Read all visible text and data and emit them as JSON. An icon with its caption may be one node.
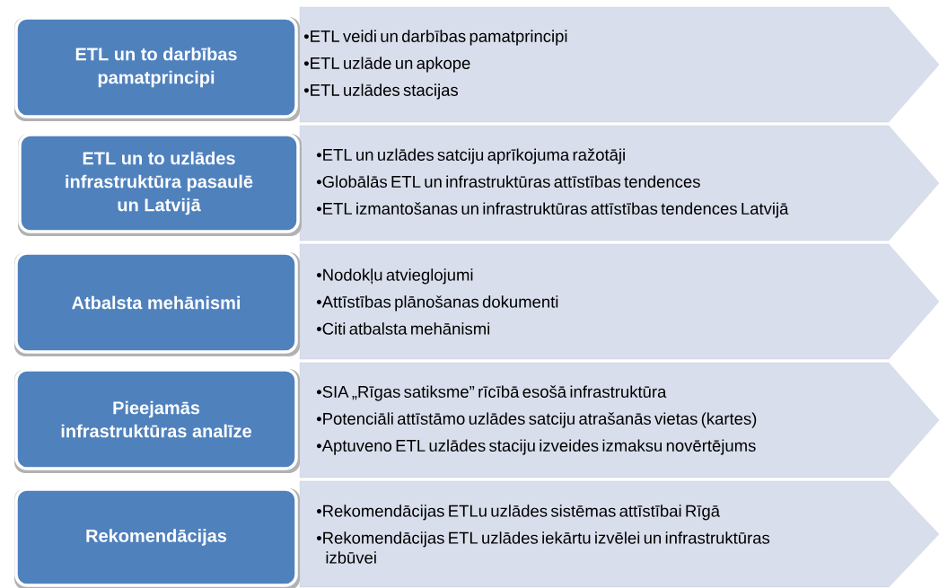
{
  "diagram": {
    "nodes": [
      {
        "text": [
          "ETL un to darbības pamatprincipi"
        ]
      },
      {
        "text": [
          "•ETL veidi un darbības pamatprincipi",
          "•ETL uzlāde un apkope",
          "•ETL uzlādes stacijas"
        ]
      },
      {
        "text": [
          "ETL un to uzlādes infrastruktūra pasaulē un Latvijā"
        ]
      },
      {
        "text": [
          "•ETL un uzlādes satciju aprīkojuma ražotāji",
          "•Globālās ETL un infrastruktūras attīstības tendences",
          "•ETL izmantošanas un infrastruktūras attīstības tendences Latvijā"
        ]
      },
      {
        "text": [
          "Atbalsta mehānismi"
        ]
      },
      {
        "text": [
          "•Nodokļu atvieglojumi",
          "•Attīstības plānošanas dokumenti",
          "•Citi atbalsta mehānismi"
        ]
      },
      {
        "text": [
          "Pieejamās infrastruktūras analīze"
        ]
      },
      {
        "text": [
          "•SIA „Rīgas satiksme” rīcībā esošā infrastruktūra",
          "•Potenciāli attīstāmo uzlādes satciju atrašanās vietas (kartes)",
          "•Aptuveno ETL uzlādes staciju izveides izmaksu novērtējums"
        ]
      },
      {
        "text": [
          "Rekomendācijas"
        ]
      },
      {
        "text": [
          "•Rekomendācijas ETLu uzlādes sistēmas attīstībai Rīgā",
          "•Rekomendācijas ETL uzlādes iekārtu izvēlei un infrastruktūras izbūvei"
        ]
      }
    ]
  }
}
